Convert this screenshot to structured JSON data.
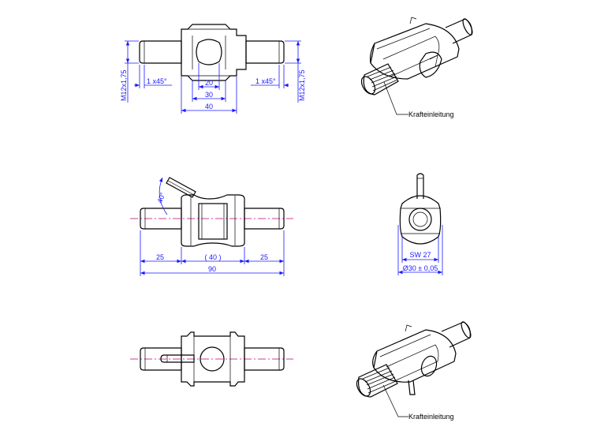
{
  "dimensions": {
    "thread_left": "M12x1,75",
    "thread_right": "M12x1,75",
    "chamfer_left": "1 x45°",
    "chamfer_right": "1 x45°",
    "width_inner": "20",
    "width_mid": "30",
    "width_outer": "40",
    "angle": "40°",
    "len_left": "25",
    "len_mid": "( 40 )",
    "len_right": "25",
    "len_total": "90",
    "wrench": "SW 27",
    "diameter": "Ø30 ± 0,05"
  },
  "labels": {
    "force_top": "Krafteinleitung",
    "force_bottom": "Krafteinleitung"
  },
  "colors": {
    "dimension": "#1a1aff",
    "centerline": "#c0007a",
    "outline": "#000000"
  }
}
